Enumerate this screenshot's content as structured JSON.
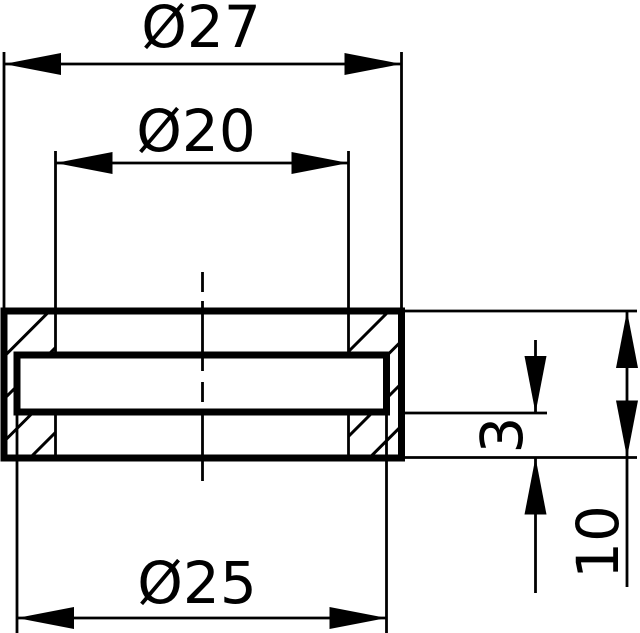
{
  "drawing": {
    "kind": "technical-section-drawing",
    "style": {
      "background_color": "#ffffff",
      "line_color": "#000000"
    }
  },
  "dimensions": {
    "outer_diameter": {
      "label": "Ø27",
      "value": 27
    },
    "bore_diameter": {
      "label": "Ø20",
      "value": 20
    },
    "groove_diameter": {
      "label": "Ø25",
      "value": 25
    },
    "groove_to_face": {
      "label": "3",
      "value": 3
    },
    "overall_height": {
      "label": "10",
      "value": 10
    }
  }
}
